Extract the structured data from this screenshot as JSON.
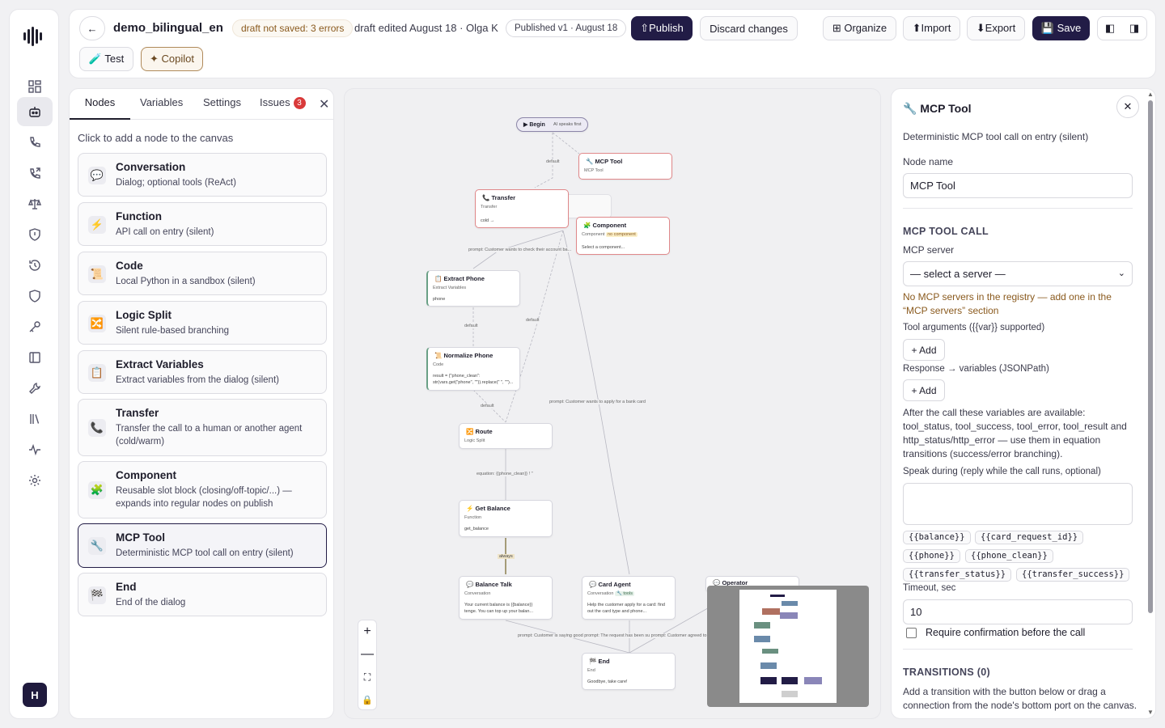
{
  "topbar": {
    "back_icon": "arrow-left-icon",
    "project_name": "demo_bilingual_en",
    "draft_status": "draft not saved: 3 errors",
    "edit_info": "draft edited August 18 · Olga K",
    "published_badge": "Published v1 · August 18",
    "publish_label": "⇧Publish",
    "discard_label": "Discard changes",
    "organize_label": "⊞ Organize",
    "import_label": "⬆Import",
    "export_label": "⬇Export",
    "save_label": "💾 Save",
    "test_label": "🧪 Test",
    "copilot_label": "✦ Copilot"
  },
  "sidebar": {
    "items": [
      {
        "icon": "dashboard-icon"
      },
      {
        "icon": "agents-icon",
        "active": true
      },
      {
        "icon": "phone-icon"
      },
      {
        "icon": "phone-outgoing-icon"
      },
      {
        "icon": "scales-icon"
      },
      {
        "icon": "shield-icon"
      },
      {
        "icon": "history-icon"
      },
      {
        "icon": "shield-check-icon"
      },
      {
        "icon": "key-icon"
      },
      {
        "icon": "layout-icon"
      },
      {
        "icon": "tool-icon"
      },
      {
        "icon": "library-icon"
      },
      {
        "icon": "activity-icon"
      },
      {
        "icon": "settings-icon"
      }
    ],
    "avatar": "H"
  },
  "left_panel": {
    "tabs": [
      "Nodes",
      "Variables",
      "Settings",
      "Issues"
    ],
    "issues_count": "3",
    "hint": "Click to add a node to the canvas",
    "cards": [
      {
        "icon": "💬",
        "title": "Conversation",
        "desc": "Dialog; optional tools (ReAct)"
      },
      {
        "icon": "⚡",
        "title": "Function",
        "desc": "API call on entry (silent)"
      },
      {
        "icon": "📜",
        "title": "Code",
        "desc": "Local Python in a sandbox (silent)"
      },
      {
        "icon": "🔀",
        "title": "Logic Split",
        "desc": "Silent rule-based branching"
      },
      {
        "icon": "📋",
        "title": "Extract Variables",
        "desc": "Extract variables from the dialog (silent)"
      },
      {
        "icon": "📞",
        "title": "Transfer",
        "desc": "Transfer the call to a human or another agent (cold/warm)"
      },
      {
        "icon": "🧩",
        "title": "Component",
        "desc": "Reusable slot block (closing/off-topic/...) — expands into regular nodes on publish"
      },
      {
        "icon": "🔧",
        "title": "MCP Tool",
        "desc": "Deterministic MCP tool call on entry (silent)"
      },
      {
        "icon": "🏁",
        "title": "End",
        "desc": "End of the dialog"
      }
    ]
  },
  "canvas": {
    "begin": {
      "label": "▶ Begin",
      "sub": "AI speaks first"
    },
    "nodes": {
      "mcp": {
        "title": "MCP Tool",
        "type": "MCP Tool"
      },
      "transfer": {
        "title": "Transfer",
        "type": "Transfer",
        "body": "cold →"
      },
      "component": {
        "title": "Component",
        "type": "Component",
        "tag": "no component",
        "body": "Select a component..."
      },
      "extract": {
        "title": "Extract Phone",
        "type": "Extract Variables",
        "body": "phone"
      },
      "normalize": {
        "title": "Normalize Phone",
        "type": "Code",
        "body": "result = {\"phone_clean\": str(vars.get(\"phone\", \"\")).replace(\" \", \"\")..."
      },
      "route": {
        "title": "Route",
        "type": "Logic Split"
      },
      "balance": {
        "title": "Get Balance",
        "type": "Function",
        "body": "get_balance"
      },
      "balance_talk": {
        "title": "Balance Talk",
        "type": "Conversation",
        "body": "Your current balance is {{balance}} tenge. You can top up your balan..."
      },
      "card_agent": {
        "title": "Card Agent",
        "type": "Conversation",
        "tag": "tools",
        "body": "Help the customer apply for a card: find out the card type and phone..."
      },
      "operator": {
        "title": "Operator"
      },
      "end": {
        "title": "End",
        "type": "End",
        "body": "Goodbye, take care!"
      }
    },
    "edges": {
      "default1": "default",
      "default2": "default",
      "default3": "default",
      "default4": "default",
      "prompt_account": "prompt: Customer wants to check their account ba...",
      "prompt_card": "prompt: Customer wants to apply for a bank card",
      "equation": "equation: {{phone_clean}} ! ''",
      "always": "always",
      "bottom": "prompt: Customer is saying good prompt: The request has been su prompt: Customer agreed to wai"
    },
    "controls": [
      "+",
      "—",
      "⛶",
      "🔒"
    ]
  },
  "right_panel": {
    "title": "🔧 MCP Tool",
    "subtitle": "Deterministic MCP tool call on entry (silent)",
    "node_name_label": "Node name",
    "node_name_value": "MCP Tool",
    "section_call": "MCP TOOL CALL",
    "server_label": "MCP server",
    "server_value": "— select a server —",
    "server_warning": "No MCP servers in the registry — add one in the “MCP servers” section",
    "args_label": "Tool arguments ({{var}} supported)",
    "add_label": "+ Add",
    "response_label": "Response → variables (JSONPath)",
    "add_label2": "+ Add",
    "after_call_text": "After the call these variables are available: tool_status, tool_success, tool_error, tool_result and http_status/http_error — use them in equation transitions (success/error branching).",
    "speak_label": "Speak during (reply while the call runs, optional)",
    "chips": [
      "{{balance}}",
      "{{card_request_id}}",
      "{{phone}}",
      "{{phone_clean}}",
      "{{transfer_status}}",
      "{{transfer_success}}"
    ],
    "timeout_label": "Timeout, sec",
    "timeout_value": "10",
    "confirm_label": "Require confirmation before the call",
    "transitions_title": "TRANSITIONS (0)",
    "transitions_hint": "Add a transition with the button below or drag a connection from the node's bottom port on the canvas."
  },
  "colors": {
    "accent": "#221c46",
    "error": "#d93a3a",
    "warning": "#8a5a1e"
  }
}
